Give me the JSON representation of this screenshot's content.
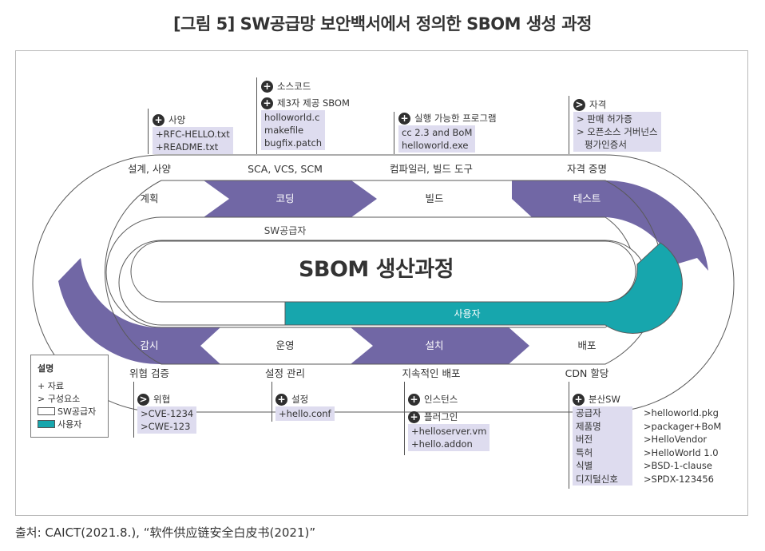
{
  "title": "[그림 5] SW공급망 보안백서에서 정의한 SBOM 생성 과정",
  "source": "출처: CAICT(2021.8.), “软件供应链安全白皮书(2021)”",
  "center": "SBOM 생산과정",
  "supplier_label": "SW공급자",
  "user_label": "사용자",
  "colors": {
    "purple": "#7167a5",
    "teal": "#17a6ad",
    "box": "#dedcef"
  },
  "top_stages": [
    "설계, 사양",
    "SCA, VCS, SCM",
    "컴파일러, 빌드 도구",
    "자격 증명"
  ],
  "top_phases": [
    "계획",
    "코딩",
    "빌드",
    "테스트"
  ],
  "bottom_phases": [
    "감시",
    "운영",
    "설치",
    "배포"
  ],
  "bottom_stages": [
    "위협 검증",
    "설정 관리",
    "지속적인 배포",
    "CDN 할당"
  ],
  "callouts": {
    "spec": {
      "icon": "+",
      "title": "사양",
      "items": [
        "+RFC-HELLO.txt",
        "+README.txt"
      ]
    },
    "source": {
      "icon": "+",
      "title": "소스코드",
      "title2": "제3자 제공 SBOM",
      "items": [
        "holloworld.c",
        "makefile",
        "bugfix.patch"
      ]
    },
    "exec": {
      "icon": "+",
      "title": "실행 가능한 프로그램",
      "items": [
        "cc 2.3 and BoM",
        "helloworld.exe"
      ]
    },
    "cred": {
      "icon": ">",
      "title": "자격",
      "items": [
        "> 판매 허가증",
        "> 오픈소스 거버넌스",
        "평가인증서"
      ]
    },
    "threat": {
      "icon": ">",
      "title": "위협",
      "items": [
        ">CVE-1234",
        ">CWE-123"
      ]
    },
    "config": {
      "icon": "+",
      "title": "설정",
      "items": [
        "+hello.conf"
      ]
    },
    "instance": {
      "icon": "+",
      "title": "인스턴스",
      "title2": "플러그인",
      "items": [
        "+helloserver.vm",
        "+hello.addon"
      ]
    },
    "dist": {
      "icon": "+",
      "title": "분산SW",
      "rows": [
        {
          "k": "공급자",
          "v": ">helloworld.pkg"
        },
        {
          "k": "제품명",
          "v": ">packager+BoM"
        },
        {
          "k": "버전",
          "v": ">HelloVendor"
        },
        {
          "k": "특허",
          "v": ">HelloWorld 1.0"
        },
        {
          "k": "식별",
          "v": ">BSD-1-clause"
        },
        {
          "k": "디지털신호",
          "v": ">SPDX-123456"
        }
      ]
    }
  },
  "legend": {
    "title": "설명",
    "items": [
      "+ 자료",
      "> 구성요소",
      "SW공급자",
      "사용자"
    ]
  }
}
